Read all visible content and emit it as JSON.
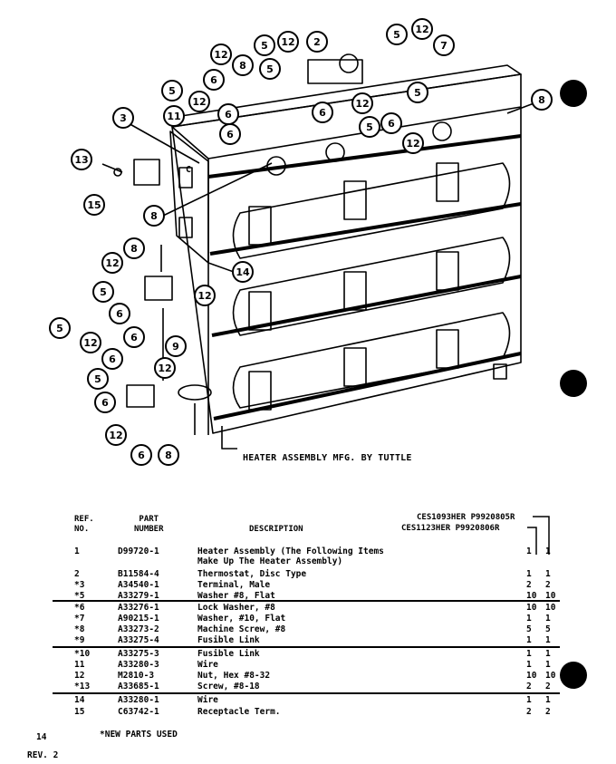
{
  "diagram": {
    "caption": "HEATER ASSEMBLY MFG. BY TUTTLE",
    "callouts": [
      "2",
      "3",
      "5",
      "5",
      "5",
      "5",
      "5",
      "5",
      "5",
      "5",
      "5",
      "6",
      "6",
      "6",
      "6",
      "6",
      "6",
      "6",
      "6",
      "6",
      "6",
      "7",
      "8",
      "8",
      "8",
      "8",
      "8",
      "9",
      "11",
      "12",
      "12",
      "12",
      "12",
      "12",
      "12",
      "12",
      "12",
      "12",
      "12",
      "12",
      "13",
      "14",
      "15"
    ],
    "panel_letter": "C"
  },
  "table": {
    "col_ref": "REF.\nNO.",
    "col_part": "PART\nNUMBER",
    "col_desc": "DESCRIPTION",
    "model_1": "CES1093HER P9920805R",
    "model_2": "CES1123HER P9920806R",
    "rows": [
      {
        "ref": "1",
        "part": "D99720-1",
        "desc": "Heater Assembly (The Following Items",
        "q1": "1",
        "q2": "1"
      },
      {
        "ref": "",
        "part": "",
        "desc": "Make Up The Heater Assembly)",
        "q1": "",
        "q2": ""
      },
      {
        "ref": "2",
        "part": "B11584-4",
        "desc": "Thermostat, Disc Type",
        "q1": "1",
        "q2": "1"
      },
      {
        "ref": "*3",
        "part": "A34540-1",
        "desc": "Terminal, Male",
        "q1": "2",
        "q2": "2"
      },
      {
        "ref": "*5",
        "part": "A33279-1",
        "desc": "Washer #8, Flat",
        "q1": "10",
        "q2": "10"
      },
      {
        "ref": "*6",
        "part": "A33276-1",
        "desc": "Lock Washer, #8",
        "q1": "10",
        "q2": "10"
      },
      {
        "ref": "*7",
        "part": "A90215-1",
        "desc": "Washer, #10, Flat",
        "q1": "1",
        "q2": "1"
      },
      {
        "ref": "*8",
        "part": "A33273-2",
        "desc": "Machine Screw, #8",
        "q1": "5",
        "q2": "5"
      },
      {
        "ref": "*9",
        "part": "A33275-4",
        "desc": "Fusible Link",
        "q1": "1",
        "q2": "1"
      },
      {
        "ref": "*10",
        "part": "A33275-3",
        "desc": "Fusible Link",
        "q1": "1",
        "q2": "1"
      },
      {
        "ref": "11",
        "part": "A33280-3",
        "desc": "Wire",
        "q1": "1",
        "q2": "1"
      },
      {
        "ref": "12",
        "part": "M2810-3",
        "desc": "Nut, Hex #8-32",
        "q1": "10",
        "q2": "10"
      },
      {
        "ref": "*13",
        "part": "A33685-1",
        "desc": "Screw, #8-18",
        "q1": "2",
        "q2": "2"
      },
      {
        "ref": "14",
        "part": "A33280-1",
        "desc": "Wire",
        "q1": "1",
        "q2": "1"
      },
      {
        "ref": "15",
        "part": "C63742-1",
        "desc": "Receptacle Term.",
        "q1": "2",
        "q2": "2"
      }
    ]
  },
  "footer": {
    "page_number": "14",
    "new_parts_note": "*NEW PARTS USED",
    "revision": "REV. 2"
  }
}
